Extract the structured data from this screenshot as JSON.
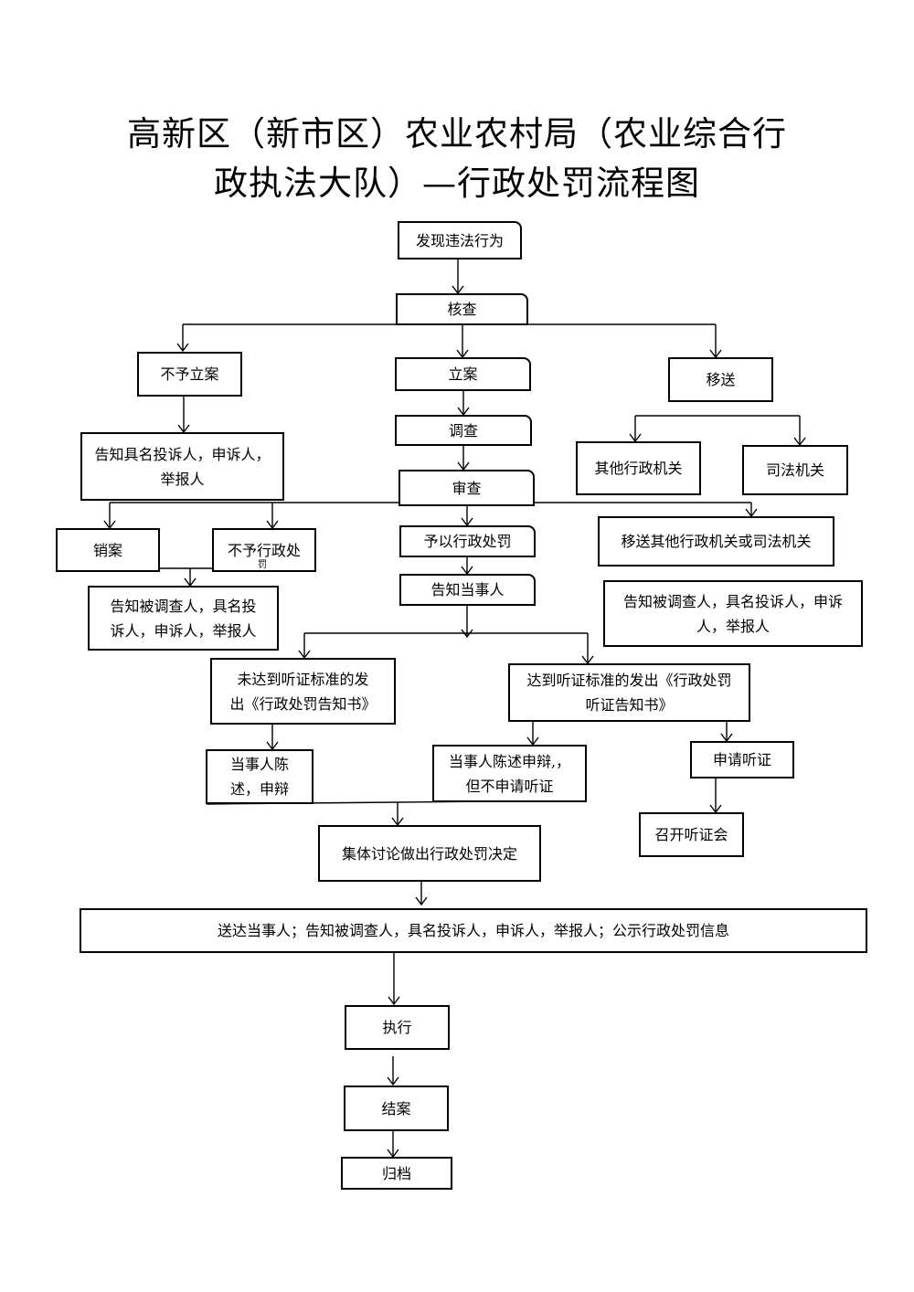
{
  "title": {
    "line1": "高新区（新市区）农业农村局（农业综合行",
    "line2": "政执法大队）—行政处罚流程图"
  },
  "nodes": {
    "discover": "发现违法行为",
    "verify": "核查",
    "not_register": "不予立案",
    "register": "立案",
    "transfer": "移送",
    "notify_complainant_1": "告知具名投诉人，申诉人，",
    "notify_complainant_2": "举报人",
    "investigate": "调查",
    "other_admin_organ": "其他行政机关",
    "judicial_organ": "司法机关",
    "review": "审查",
    "close_case_cancel": "销案",
    "no_penalty": "不予行政处",
    "no_penalty_overflow": "罚",
    "give_penalty": "予以行政处罚",
    "transfer_other": "移送其他行政机关或司法机关",
    "notify_party": "告知当事人",
    "notify_investigated_left_1": "告知被调查人，具名投",
    "notify_investigated_left_2": "诉人，申诉人，举报人",
    "notify_investigated_right_1": "告知被调查人，具名投诉人，申诉",
    "notify_investigated_right_2": "人，举报人",
    "below_hearing_1": "未达到听证标准的发",
    "below_hearing_2": "出《行政处罚告知书》",
    "above_hearing_1": "达到听证标准的发出《行政处罚",
    "above_hearing_2": "听证告知书》",
    "party_statement_1": "当事人陈",
    "party_statement_2": "述，申辩",
    "party_statement_no_hearing_1": "当事人陈述申辩,，",
    "party_statement_no_hearing_2": "但不申请听证",
    "apply_hearing": "申请听证",
    "hold_hearing": "召开听证会",
    "collective_decision": "集体讨论做出行政处罚决定",
    "deliver": "送达当事人；告知被调查人，具名投诉人，申诉人，举报人；公示行政处罚信息",
    "execute": "执行",
    "close_case": "结案",
    "archive": "归档"
  }
}
